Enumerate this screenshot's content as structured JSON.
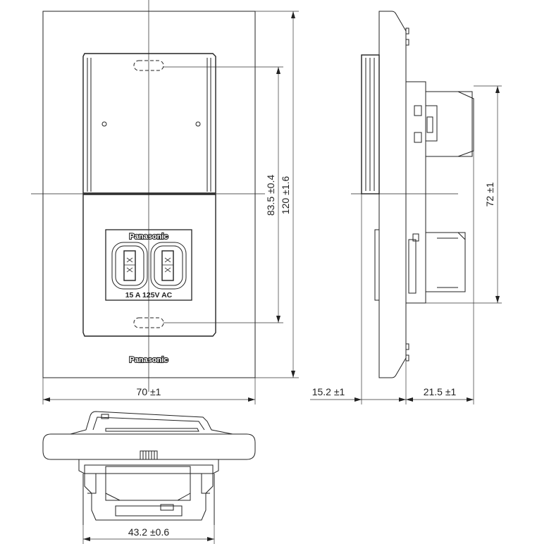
{
  "front_view": {
    "brand_label_top": "Panasonic",
    "brand_label_bottom": "Panasonic",
    "rating_label": "15 A 125V AC",
    "dim_height_inner": "83.5 ±0.4",
    "dim_height_outer": "120 ±1.6",
    "dim_width": "70 ±1"
  },
  "side_view": {
    "dim_front_depth": "15.2 ±1",
    "dim_rear_depth": "21.5 ±1",
    "dim_body_height": "72 ±1"
  },
  "bottom_view": {
    "dim_body_width": "43.2 ±0.6"
  }
}
